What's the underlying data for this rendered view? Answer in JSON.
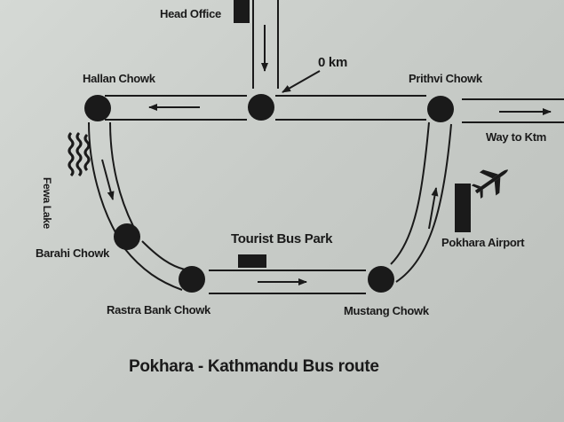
{
  "map": {
    "title": "Pokhara - Kathmandu Bus route",
    "places": {
      "head_office": "Head Office",
      "zero_km": "0 km",
      "hallan_chowk": "Hallan Chowk",
      "prithvi_chowk": "Prithvi Chowk",
      "way_to_ktm": "Way to Ktm",
      "fewa_lake": "Fewa Lake",
      "barahi_chowk": "Barahi Chowk",
      "tourist_bus_park": "Tourist Bus Park",
      "pokhara_airport": "Pokhara Airport",
      "rastra_bank_chowk": "Rastra Bank Chowk",
      "mustang_chowk": "Mustang Chowk"
    },
    "icons": {
      "airport": "airplane-icon",
      "lake": "water-waves-icon"
    },
    "colors": {
      "ink": "#1a1a1a",
      "paper": "#c9cdc9"
    }
  }
}
